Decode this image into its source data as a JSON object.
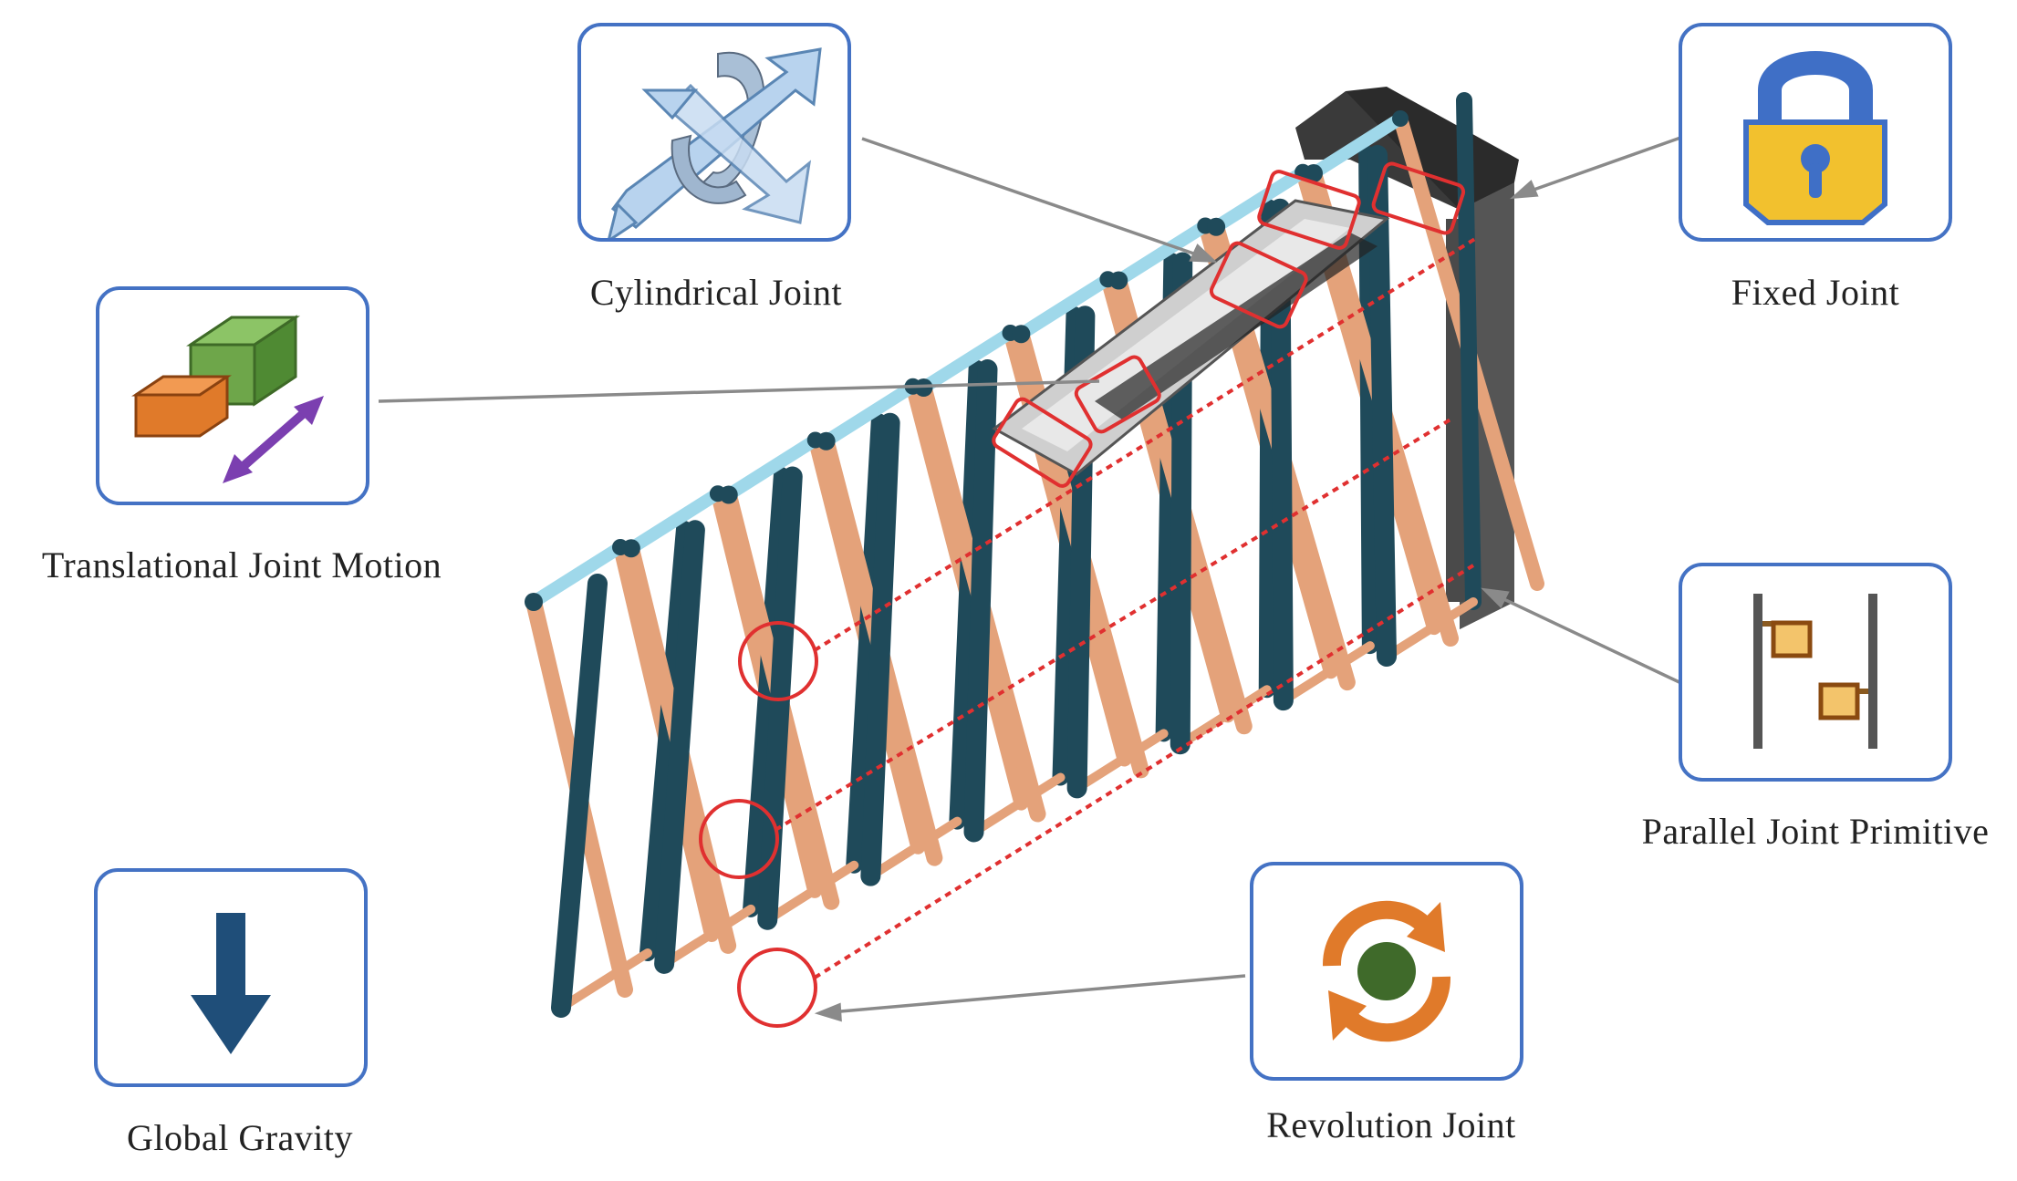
{
  "joints": {
    "cylindrical": {
      "label": "Cylindrical Joint",
      "icon": "cylindrical-joint-icon"
    },
    "fixed": {
      "label": "Fixed Joint",
      "icon": "padlock-icon"
    },
    "translational": {
      "label": "Translational Joint Motion",
      "icon": "translational-joint-icon"
    },
    "parallel": {
      "label": "Parallel Joint Primitive",
      "icon": "parallel-joint-icon"
    },
    "gravity": {
      "label": "Global Gravity",
      "icon": "down-arrow-icon"
    },
    "revolution": {
      "label": "Revolution Joint",
      "icon": "rotation-arrows-icon"
    }
  },
  "colors": {
    "box_border": "#4472c4",
    "leader_line": "#8a8a8a",
    "highlight": "#e03030",
    "arm_dark": "#1f4a5a",
    "arm_copper": "#e4a27a",
    "rod_light": "#9fd8ea",
    "frame": "#3a3a3a"
  }
}
